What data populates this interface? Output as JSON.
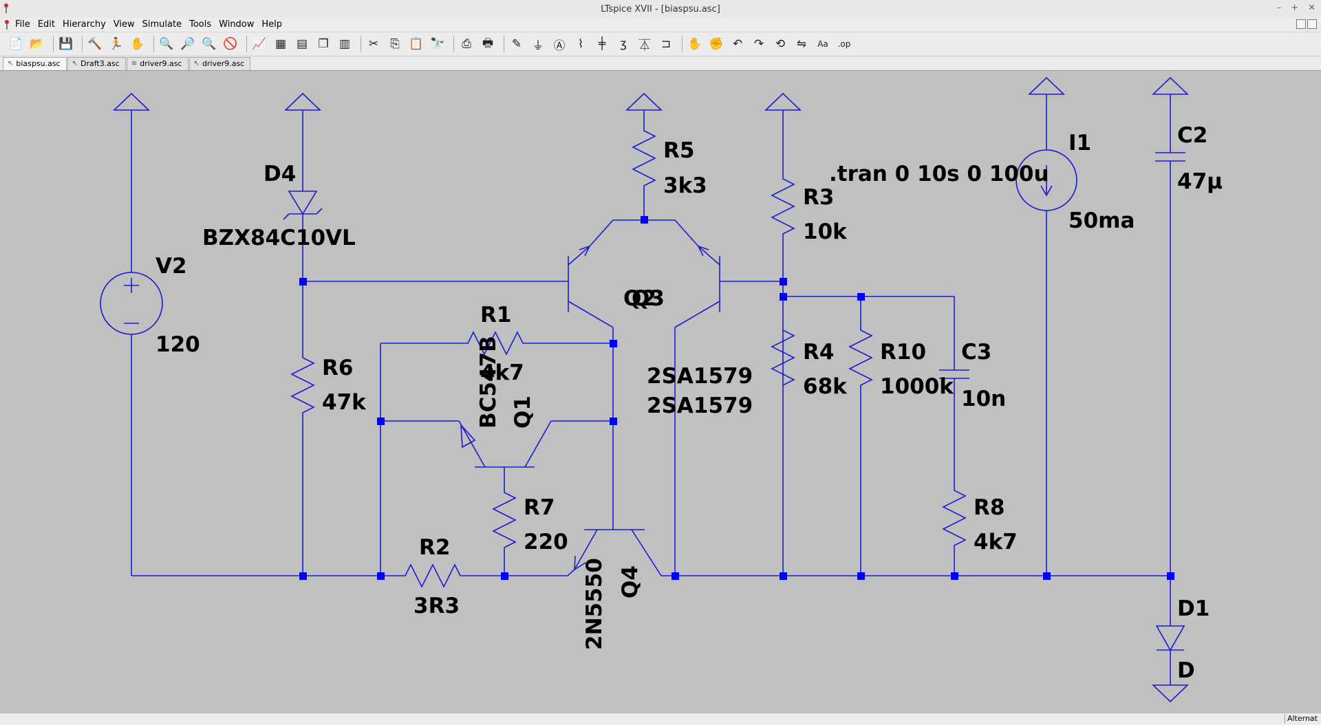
{
  "window": {
    "title": "LTspice XVII - [biaspsu.asc]",
    "controls": [
      "–",
      "+",
      "✕"
    ]
  },
  "menu": [
    "File",
    "Edit",
    "Hierarchy",
    "View",
    "Simulate",
    "Tools",
    "Window",
    "Help"
  ],
  "toolbar": [
    {
      "icon": "new-schematic-icon",
      "glyph": "📄"
    },
    {
      "icon": "open-icon",
      "glyph": "📂"
    },
    {
      "icon": "save-icon",
      "glyph": "💾"
    },
    {
      "icon": "control-panel-icon",
      "glyph": "🔨"
    },
    {
      "icon": "run-icon",
      "glyph": "🏃"
    },
    {
      "icon": "halt-icon",
      "glyph": "✋"
    },
    {
      "icon": "zoom-in-icon",
      "glyph": "🔍"
    },
    {
      "icon": "zoom-full-icon",
      "glyph": "🔎"
    },
    {
      "icon": "zoom-out-icon",
      "glyph": "🔍"
    },
    {
      "icon": "zoom-cancel-icon",
      "glyph": "🚫"
    },
    {
      "icon": "waveform-icon",
      "glyph": "📈"
    },
    {
      "icon": "grid-icon",
      "glyph": "▦"
    },
    {
      "icon": "tile-horizontal-icon",
      "glyph": "▤"
    },
    {
      "icon": "cascade-icon",
      "glyph": "❐"
    },
    {
      "icon": "tile-vertical-icon",
      "glyph": "▥"
    },
    {
      "icon": "cut-icon",
      "glyph": "✂"
    },
    {
      "icon": "copy-icon",
      "glyph": "⎘"
    },
    {
      "icon": "paste-icon",
      "glyph": "📋"
    },
    {
      "icon": "find-icon",
      "glyph": "🔭"
    },
    {
      "icon": "print-setup-icon",
      "glyph": "⎙"
    },
    {
      "icon": "print-icon",
      "glyph": "🖶"
    },
    {
      "icon": "draw-wire-icon",
      "glyph": "✎"
    },
    {
      "icon": "ground-icon",
      "glyph": "⏚"
    },
    {
      "icon": "label-net-icon",
      "glyph": "Ⓐ"
    },
    {
      "icon": "resistor-icon",
      "glyph": "⌇"
    },
    {
      "icon": "capacitor-icon",
      "glyph": "╪"
    },
    {
      "icon": "inductor-icon",
      "glyph": "ʒ"
    },
    {
      "icon": "diode-icon",
      "glyph": "⏄"
    },
    {
      "icon": "component-icon",
      "glyph": "⊐"
    },
    {
      "icon": "move-icon",
      "glyph": "✋"
    },
    {
      "icon": "drag-icon",
      "glyph": "✊"
    },
    {
      "icon": "undo-icon",
      "glyph": "↶"
    },
    {
      "icon": "redo-icon",
      "glyph": "↷"
    },
    {
      "icon": "rotate-icon",
      "glyph": "⟲"
    },
    {
      "icon": "mirror-icon",
      "glyph": "⇋"
    },
    {
      "icon": "text-icon",
      "glyph": "Aa"
    },
    {
      "icon": "spice-directive-icon",
      "glyph": ".op"
    }
  ],
  "tabs": [
    {
      "label": "biaspsu.asc",
      "active": true
    },
    {
      "label": "Draft3.asc",
      "active": false
    },
    {
      "label": "driver9.asc",
      "active": false
    },
    {
      "label": "driver9.asc",
      "active": false
    }
  ],
  "schematic": {
    "wire_color": "#1a1ad0",
    "junction_color": "#0000ff",
    "labels": {
      "V2": "V2",
      "V2_val": "120",
      "D4": "D4",
      "D4_val": "BZX84C10VL",
      "R6": "R6",
      "R6_val": "47k",
      "R1": "R1",
      "R1_val": "4k7",
      "Q1_model": "BC547B",
      "Q1": "Q1",
      "R7": "R7",
      "R7_val": "220",
      "R2": "R2",
      "R2_val": "3R3",
      "Q4_model": "2N5550",
      "Q4": "Q4",
      "R5": "R5",
      "R5_val": "3k3",
      "Q2": "Q2",
      "Q3": "Q3",
      "Q2_model": "2SA1579",
      "Q3_model": "2SA1579",
      "R3": "R3",
      "R3_val": "10k",
      "R4": "R4",
      "R4_val": "68k",
      "R10": "R10",
      "R10_val": "1000k",
      "C3": "C3",
      "C3_val": "10n",
      "R8": "R8",
      "R8_val": "4k7",
      "I1": "I1",
      "I1_val": "50ma",
      "C2": "C2",
      "C2_val": "47µ",
      "D1": "D1",
      "D1_val": "D",
      "directive": ".tran 0 10s 0 100u"
    }
  },
  "status": {
    "mode": "Alternat"
  }
}
